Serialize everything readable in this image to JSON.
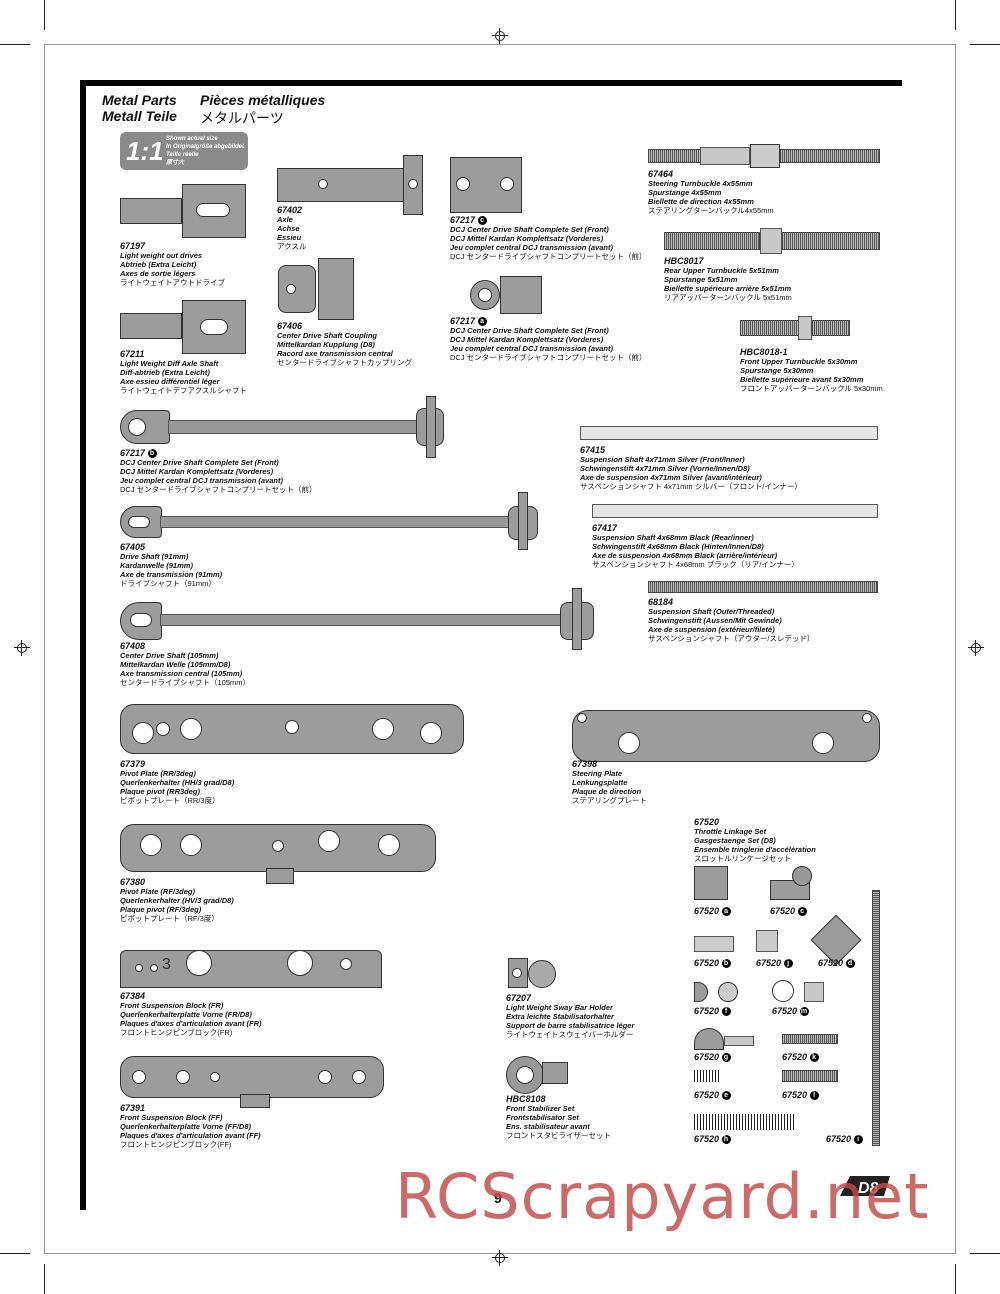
{
  "header": {
    "title_en": "Metal Parts",
    "title_fr": "Pièces métalliques",
    "title_de": "Metall Teile",
    "title_jp": "メタルパーツ"
  },
  "scale": {
    "ratio": "1:1",
    "line1": "Shown actual size",
    "line2": "In Originalgröße abgebildet",
    "line3": "Taille réelle",
    "line4": "原寸大"
  },
  "parts": [
    {
      "no": "67197",
      "l1": "Light weight out drives",
      "l2": "Abtrieb (Extra Leicht)",
      "l3": "Axes de sortie légers",
      "jp": "ライトウェイトアウトドライブ"
    },
    {
      "no": "67402",
      "l1": "Axle",
      "l2": "Achse",
      "l3": "Essieu",
      "jp": "アクスル"
    },
    {
      "no": "67217",
      "badge": "c",
      "l1": "DCJ Center Drive Shaft Complete Set (Front)",
      "l2": "DCJ Mittel Kardan Komplettsatz (Vorderes)",
      "l3": "Jeu complet central DCJ transmission (avant)",
      "jp": "DCJ センタードライブシャフトコンプリートセット（前）"
    },
    {
      "no": "67464",
      "l1": "Steering Turnbuckle 4x55mm",
      "l2": "Spurstange 4x55mm",
      "l3": "Biellette de direction 4x55mm",
      "jp": "ステアリングターンバックル4x55mm"
    },
    {
      "no": "HBC8017",
      "l1": "Rear Upper Turnbuckle 5x51mm",
      "l2": "Spurstange 5x51mm",
      "l3": "Biellette supérieure arrière 5x51mm",
      "jp": "リアアッパーターンバックル 5x51mm"
    },
    {
      "no": "67211",
      "l1": "Light Weight Diff Axle Shaft",
      "l2": "Diff-abtrieb (Extra Leicht)",
      "l3": "Axe essieu différentiel léger",
      "jp": "ライトウェイトデフアクスルシャフト"
    },
    {
      "no": "67406",
      "l1": "Center Drive Shaft Coupling",
      "l2": "Mittelkardan Kupplung (D8)",
      "l3": "Racord axe transmission central",
      "jp": "センタードライブシャフトカップリング"
    },
    {
      "no": "67217",
      "badge": "a",
      "l1": "DCJ Center Drive Shaft Complete Set (Front)",
      "l2": "DCJ Mittel Kardan Komplettsatz (Vorderes)",
      "l3": "Jeu complet central DCJ transmission (avant)",
      "jp": "DCJ センタードライブシャフトコンプリートセット（前）"
    },
    {
      "no": "HBC8018-1",
      "l1": "Front Upper Turnbuckle 5x30mm",
      "l2": "Spurstange 5x30mm",
      "l3": "Biellette supérieure avant 5x30mm",
      "jp": "フロントアッパーターンバックル 5x30mm"
    },
    {
      "no": "67217",
      "badge": "b",
      "l1": "DCJ Center Drive Shaft Complete Set (Front)",
      "l2": "DCJ Mittel Kardan Komplettsatz (Vorderes)",
      "l3": "Jeu complet central DCJ transmission (avant)",
      "jp": "DCJ センタードライブシャフトコンプリートセット（前）"
    },
    {
      "no": "67415",
      "l1": "Suspension Shaft 4x71mm Silver (Front/Inner)",
      "l2": "Schwingenstift 4x71mm Silver (Vorne/Innen/D8)",
      "l3": "Axe de suspension 4x71mm Silver (avant/intérieur)",
      "jp": "サスペンションシャフト 4x71mm シルバー（フロント/インナー）"
    },
    {
      "no": "67405",
      "l1": "Drive Shaft (91mm)",
      "l2": "Kardanwelle (91mm)",
      "l3": "Axe de transmission (91mm)",
      "jp": "ドライブシャフト（91mm）"
    },
    {
      "no": "67417",
      "l1": "Suspension Shaft 4x68mm Black (Rear/inner)",
      "l2": "Schwingenstift 4x68mm Black (Hinten/Innen/D8)",
      "l3": "Axe de suspension 4x68mm Black (arrière/intérieur)",
      "jp": "サスペンションシャフト 4x68mm ブラック（リア/インナー）"
    },
    {
      "no": "68184",
      "l1": "Suspension Shaft (Outer/Threaded)",
      "l2": "Schwingenstift (Aussen/Mit Gewinde)",
      "l3": "Axe de suspension (extérieur/fileté)",
      "jp": "サスペンションシャフト（アウター/スレデッド）"
    },
    {
      "no": "67408",
      "l1": "Center Drive Shaft (105mm)",
      "l2": "Mittelkardan Welle (105mm/D8)",
      "l3": "Axe transmission central (105mm)",
      "jp": "センタードライブシャフト（105mm）"
    },
    {
      "no": "67379",
      "l1": "Pivot Plate (RR/3deg)",
      "l2": "Querlenkerhalter (HH/3 grad/D8)",
      "l3": "Plaque pivot (RR3deg)",
      "jp": "ピボットプレート（RR/3度）"
    },
    {
      "no": "67398",
      "l1": "Steering Plate",
      "l2": "Lenkungsplatte",
      "l3": "Plaque de direction",
      "jp": "ステアリングプレート"
    },
    {
      "no": "67520",
      "l1": "Throttle Linkage Set",
      "l2": "Gasgestaenge Set (D8)",
      "l3": "Ensemble tringlerie d'accélération",
      "jp": "スロットルリンケージセット"
    },
    {
      "no": "67380",
      "l1": "Pivot Plate (RF/3deg)",
      "l2": "Querlenkerhalter (HV/3 grad/D8)",
      "l3": "Plaque pivot (RF/3deg)",
      "jp": "ピボットプレート（RF/3度）"
    },
    {
      "no": "67384",
      "l1": "Front Suspension Block (FR)",
      "l2": "Querlenkerhalterplatte Vorne (FR/D8)",
      "l3": "Plaques d'axes d'articulation avant (FR)",
      "jp": "フロントヒンジピンブロック(FR)"
    },
    {
      "no": "67207",
      "l1": "Light Weight Sway Bar Holder",
      "l2": "Extra leichte Stabilisatorhalter",
      "l3": "Support de barre stabilisatrice léger",
      "jp": "ライトウェイトスウェイバーホルダー"
    },
    {
      "no": "HBC8108",
      "l1": "Front Stabilizer Set",
      "l2": "Frontstabilisator Set",
      "l3": "Ens. stabilisateur avant",
      "jp": "フロントスタビライザーセット"
    },
    {
      "no": "67391",
      "l1": "Front Suspension Block (FF)",
      "l2": "Querlenkerhalterplatte Vorne (FF/D8)",
      "l3": "Plaques d'axes d'articulation avant (FF)",
      "jp": "フロントヒンジピンブロック(FF)"
    }
  ],
  "throttle_parts": [
    {
      "no": "67520",
      "badge": "a"
    },
    {
      "no": "67520",
      "badge": "c"
    },
    {
      "no": "67520",
      "badge": "b"
    },
    {
      "no": "67520",
      "badge": "j"
    },
    {
      "no": "67520",
      "badge": "d"
    },
    {
      "no": "67520",
      "badge": "f"
    },
    {
      "no": "67520",
      "badge": "m"
    },
    {
      "no": "67520",
      "badge": "g"
    },
    {
      "no": "67520",
      "badge": "k"
    },
    {
      "no": "67520",
      "badge": "e"
    },
    {
      "no": "67520",
      "badge": "l"
    },
    {
      "no": "67520",
      "badge": "h"
    },
    {
      "no": "67520",
      "badge": "i"
    }
  ],
  "plate_mark": "3",
  "page_number": "9",
  "logo_text": "D8",
  "watermark": "RCScrapyard.net"
}
